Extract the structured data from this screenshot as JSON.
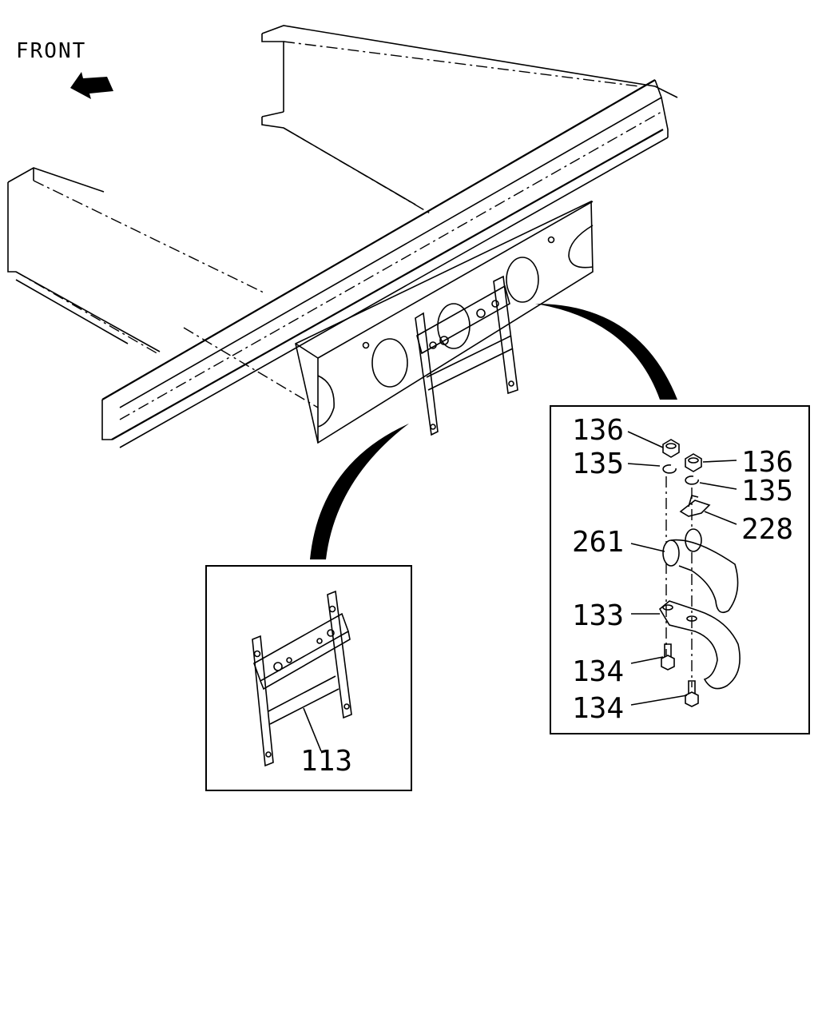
{
  "orientation": {
    "label": "FRONT",
    "icon": "arrow-up-left-icon"
  },
  "callouts": {
    "bracket_detail": [
      {
        "id": "113",
        "text": "113"
      }
    ],
    "hook_detail": [
      {
        "id": "136a",
        "text": "136"
      },
      {
        "id": "136b",
        "text": "136"
      },
      {
        "id": "135a",
        "text": "135"
      },
      {
        "id": "135b",
        "text": "135"
      },
      {
        "id": "228",
        "text": "228"
      },
      {
        "id": "261",
        "text": "261"
      },
      {
        "id": "133",
        "text": "133"
      },
      {
        "id": "134a",
        "text": "134"
      },
      {
        "id": "134b",
        "text": "134"
      }
    ]
  }
}
